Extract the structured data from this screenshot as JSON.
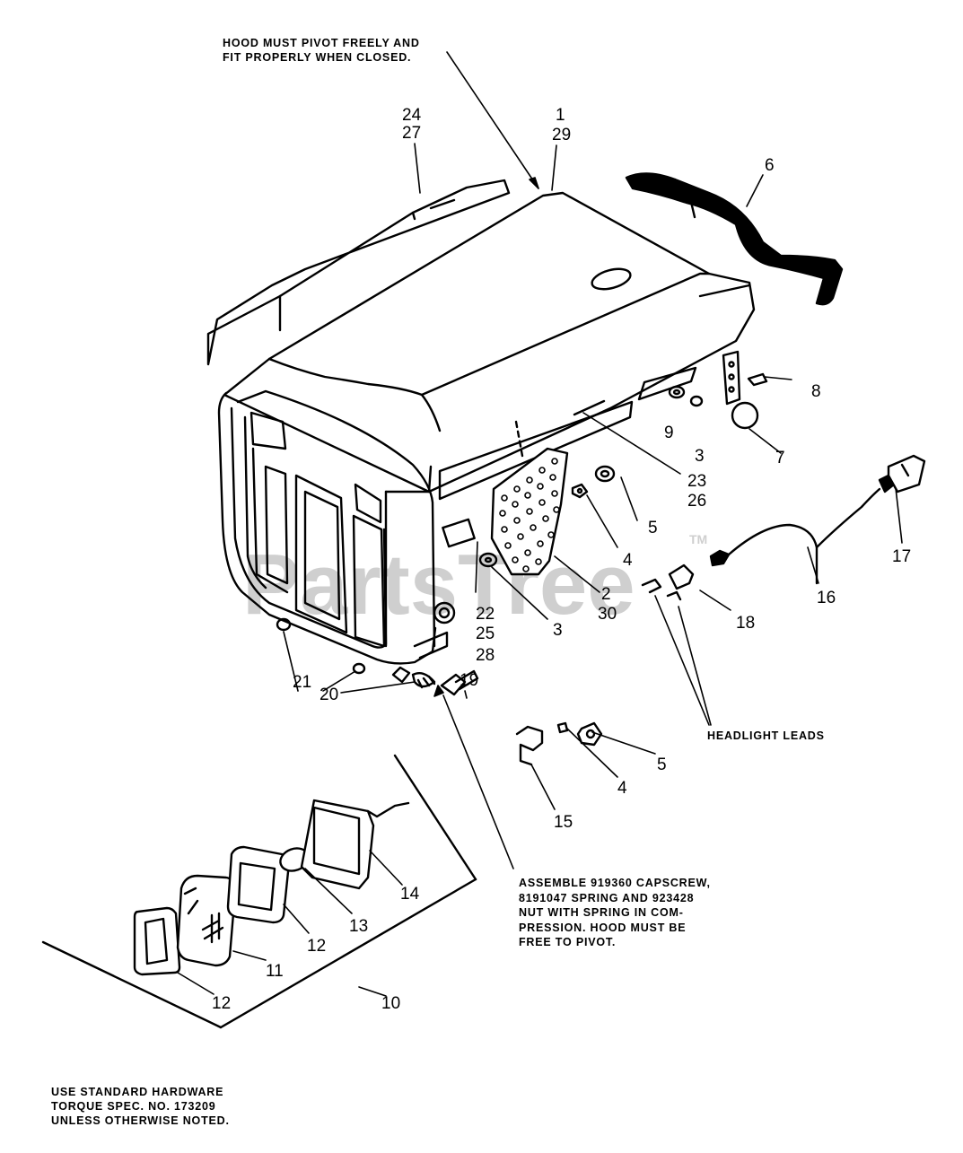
{
  "notes": {
    "hood_pivot": [
      "HOOD MUST PIVOT FREELY AND",
      "FIT PROPERLY WHEN CLOSED."
    ],
    "headlight_leads": "HEADLIGHT LEADS",
    "assemble": [
      "ASSEMBLE 919360 CAPSCREW,",
      "8191047 SPRING AND 923428",
      "NUT WITH SPRING IN COM-",
      "PRESSION.  HOOD MUST BE",
      "FREE TO PIVOT."
    ],
    "hardware": [
      "USE STANDARD HARDWARE",
      "TORQUE SPEC. NO. 173209",
      "UNLESS OTHERWISE NOTED."
    ]
  },
  "callouts": [
    "24",
    "27",
    "1",
    "29",
    "6",
    "8",
    "9",
    "3",
    "7",
    "23",
    "26",
    "5",
    "17",
    "4",
    "16",
    "2",
    "30",
    "22",
    "25",
    "28",
    "3",
    "18",
    "19",
    "20",
    "21",
    "5",
    "4",
    "15",
    "14",
    "13",
    "12",
    "11",
    "12",
    "10"
  ],
  "watermark": {
    "text": "PartsTree",
    "mark": "TM",
    "color": "#cfcfcf"
  },
  "colors": {
    "ink": "#000000",
    "paper": "#ffffff"
  }
}
